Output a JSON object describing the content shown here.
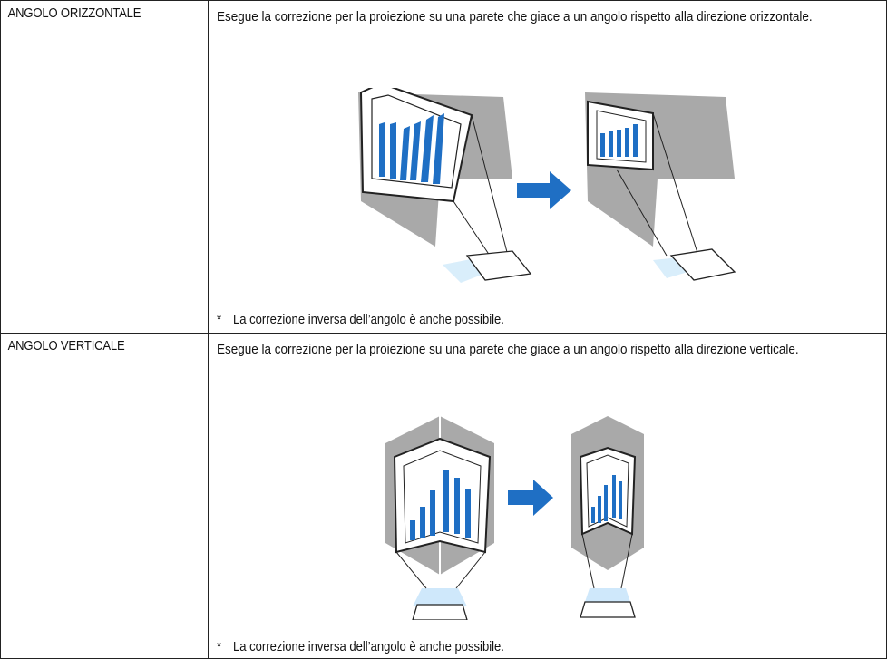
{
  "rows": [
    {
      "term": "ANGOLO ORIZZONTALE",
      "description": "Esegue la correzione per la proiezione su una parete che giace a un angolo rispetto alla direzione orizzontale.",
      "note_marker": "*",
      "note": "La correzione inversa dell’angolo è anche possibile."
    },
    {
      "term": "ANGOLO VERTICALE",
      "description": "Esegue la correzione per la proiezione su una parete che giace a un angolo rispetto alla direzione verticale.",
      "note_marker": "*",
      "note": "La correzione inversa dell’angolo è anche possibile."
    }
  ],
  "colors": {
    "wall": "#a9a9a9",
    "bars": "#1f6fc4",
    "arrow": "#1f6fc4",
    "beam": "#cfe8fb",
    "border": "#222222"
  }
}
